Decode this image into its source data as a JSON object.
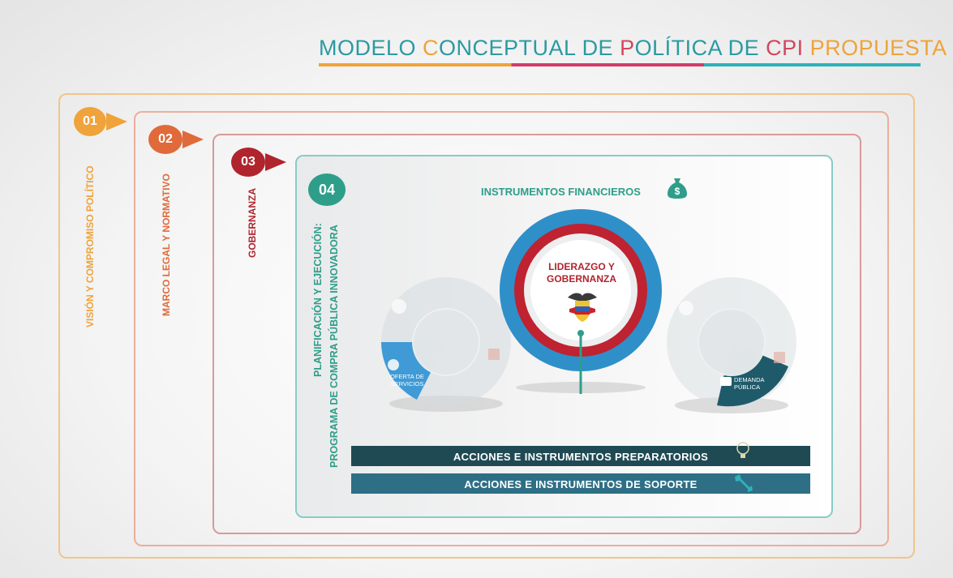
{
  "title": {
    "modelo": "MODELO ",
    "c": "C",
    "onceptual_de": "ONCEPTUAL DE ",
    "p": "P",
    "olitica_de": "OLÍTICA DE ",
    "cpi": "CPI ",
    "propuesta": "PROPUESTA"
  },
  "layers": [
    {
      "number": "01",
      "label": "VISIÓN Y COMPROMISO POLÍTICO",
      "color": "#efa33a"
    },
    {
      "number": "02",
      "label": "MARCO LEGAL Y NORMATIVO",
      "color": "#e06a3a"
    },
    {
      "number": "03",
      "label": "GOBERNANZA",
      "color": "#b0242e"
    },
    {
      "number": "04",
      "label_line1": "PLANIFICACIÓN Y EJECUCIÓN:",
      "label_line2": "PROGRAMA DE COMPRA PÚBLICA INNOVADORA",
      "color": "#2e9e8a"
    }
  ],
  "instruments_title": "INSTRUMENTOS FINANCIEROS",
  "center": {
    "line1": "LIDERAZGO Y",
    "line2": "GOBERNANZA"
  },
  "left_wheel": {
    "highlight": "OFERTA DE SERVICIOS"
  },
  "right_wheel": {
    "highlight": "DEMANDA PÚBLICA"
  },
  "bars": {
    "preparatory": "ACCIONES E INSTRUMENTOS PREPARATORIOS",
    "support": "ACCIONES E INSTRUMENTOS DE SOPORTE"
  },
  "colors": {
    "teal": "#2fb1b8",
    "dark_teal": "#1d4f5a",
    "red": "#b0242e",
    "blue": "#2e8fd0"
  }
}
